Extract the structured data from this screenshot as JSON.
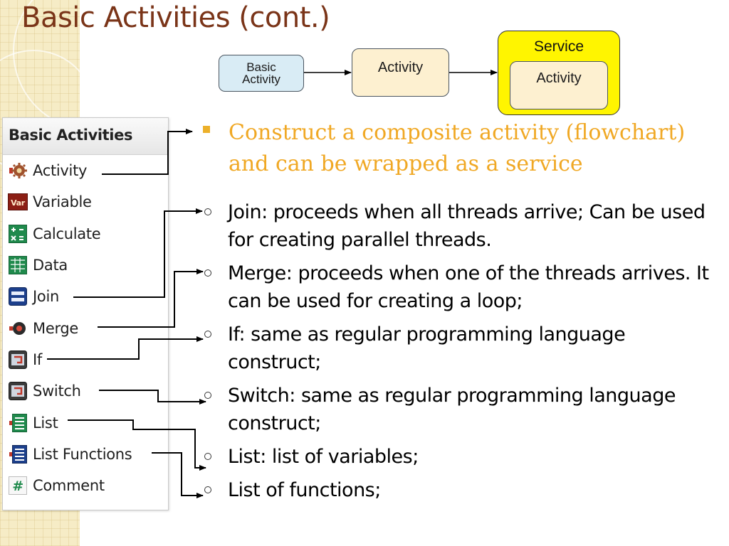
{
  "slide": {
    "title": "Basic Activities (cont.)"
  },
  "diagram": {
    "basic_activity_line1": "Basic",
    "basic_activity_line2": "Activity",
    "activity": "Activity",
    "service": "Service",
    "service_activity": "Activity"
  },
  "panel": {
    "header": "Basic Activities",
    "items": [
      {
        "label": "Activity",
        "icon": "gear-icon"
      },
      {
        "label": "Variable",
        "icon": "variable-icon"
      },
      {
        "label": "Calculate",
        "icon": "calculator-icon"
      },
      {
        "label": "Data",
        "icon": "data-icon"
      },
      {
        "label": "Join",
        "icon": "join-icon"
      },
      {
        "label": "Merge",
        "icon": "merge-icon"
      },
      {
        "label": "If",
        "icon": "if-icon"
      },
      {
        "label": "Switch",
        "icon": "switch-icon"
      },
      {
        "label": "List",
        "icon": "list-icon"
      },
      {
        "label": "List Functions",
        "icon": "list-functions-icon"
      },
      {
        "label": "Comment",
        "icon": "hash-icon"
      }
    ]
  },
  "bullets": {
    "main": "Construct a composite activity (flowchart) and can be wrapped as a service",
    "sub": [
      "Join: proceeds when all threads arrive; Can be used for creating parallel threads.",
      "Merge: proceeds when one of the threads arrives. It can be used for creating a loop;",
      "If: same as regular programming language construct;",
      "Switch: same as regular programming language construct;",
      "List: list of variables;",
      "List of functions;"
    ]
  },
  "colors": {
    "title": "#7a3418",
    "main_bullet_text": "#f0a824",
    "service_fill": "#fff500",
    "basic_activity_fill": "#d9ecf5",
    "activity_fill": "#fdf0d0"
  }
}
